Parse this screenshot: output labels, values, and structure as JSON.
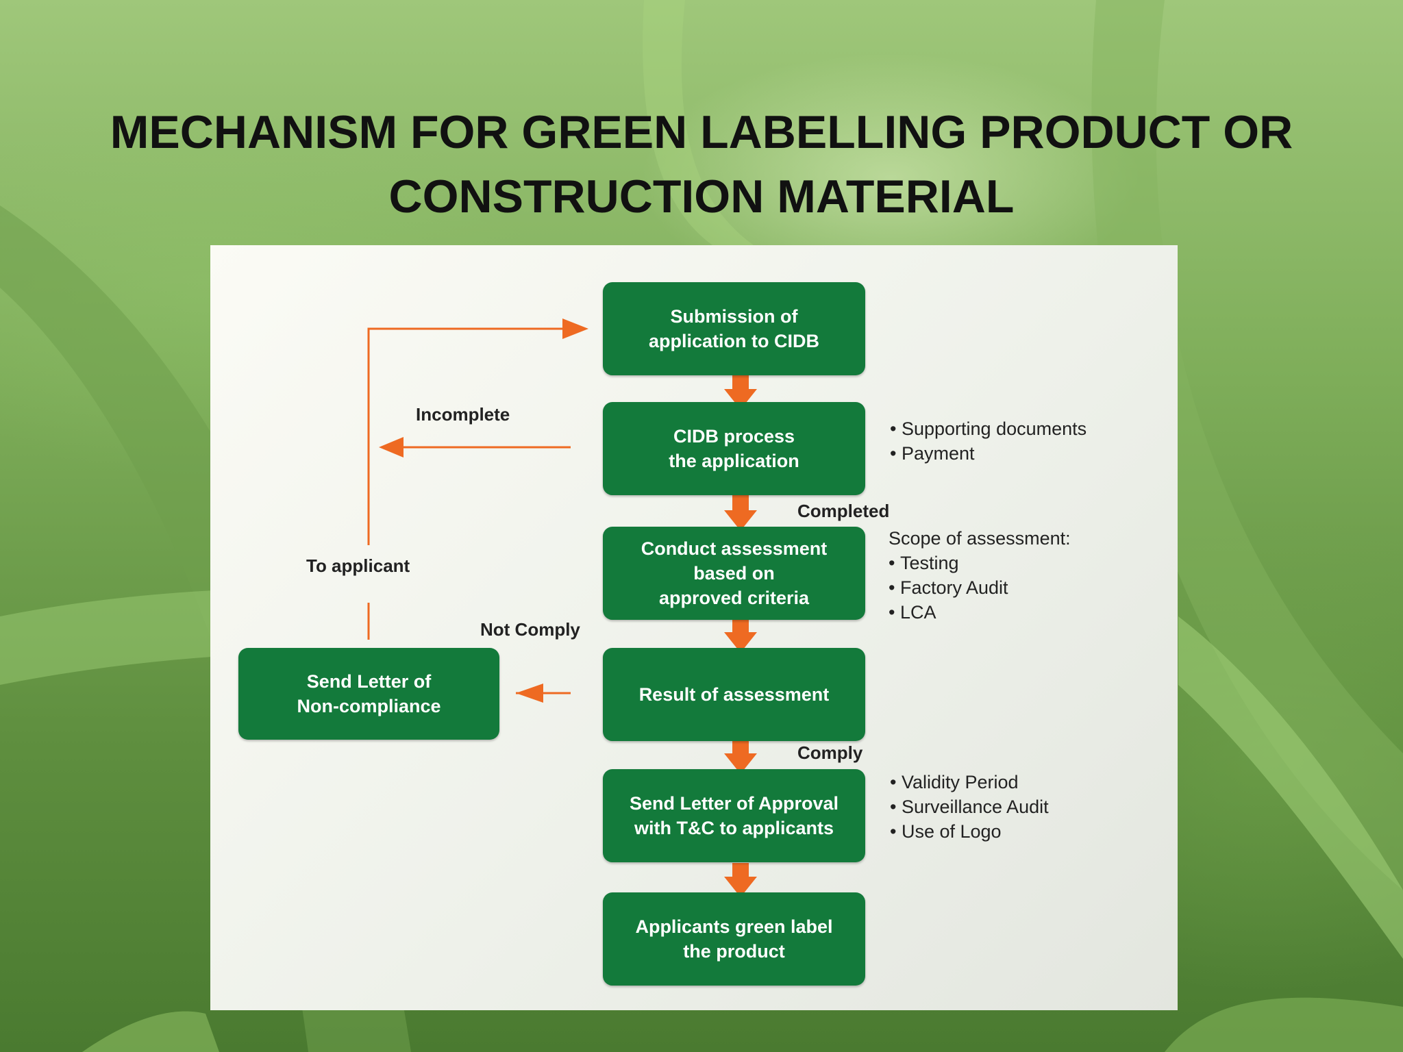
{
  "title": {
    "line1": "MECHANISM FOR GREEN LABELLING PRODUCT OR",
    "line2": "CONSTRUCTION MATERIAL"
  },
  "nodes": {
    "submission": [
      "Submission of",
      "application to CIDB"
    ],
    "process": [
      "CIDB process",
      "the application"
    ],
    "assessment": [
      "Conduct assessment",
      "based on",
      "approved criteria"
    ],
    "result": [
      "Result of assessment"
    ],
    "approval": [
      "Send Letter of Approval",
      "with T&C to applicants"
    ],
    "label": [
      "Applicants green label",
      "the product"
    ],
    "noncompliance": [
      "Send Letter of",
      "Non-compliance"
    ]
  },
  "edge_labels": {
    "incomplete": "Incomplete",
    "completed": "Completed",
    "to_applicant": "To applicant",
    "not_comply": "Not Comply",
    "comply": "Comply"
  },
  "notes": {
    "process": [
      "Supporting documents",
      "Payment"
    ],
    "assessment_heading": "Scope of assessment:",
    "assessment": [
      "Testing",
      "Factory Audit",
      "LCA"
    ],
    "approval": [
      "Validity Period",
      "Surveillance Audit",
      "Use of Logo"
    ]
  },
  "colors": {
    "box_fill": "#137a3b",
    "arrow": "#ee6a22",
    "title_text": "#111111"
  }
}
